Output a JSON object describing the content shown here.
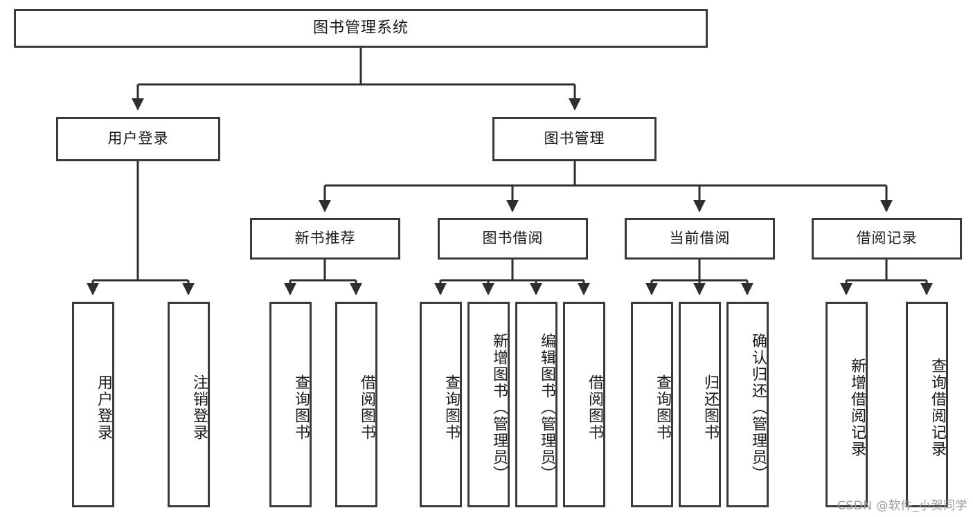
{
  "diagram": {
    "kind": "tree-structure-chart",
    "title": "图书管理系统",
    "colors": {
      "box_border": "#3a3a3a",
      "box_fill": "#ffffff",
      "line": "#2e2e2e",
      "text": "#1a1a1a",
      "watermark": "#9a9a9a",
      "background": "#ffffff"
    },
    "watermark": "CSDN @软件_小贺同学",
    "levels": {
      "root": {
        "label": "图书管理系统"
      },
      "level2": [
        {
          "id": "user-login",
          "label": "用户登录"
        },
        {
          "id": "book-manage",
          "label": "图书管理"
        }
      ],
      "level3": [
        {
          "id": "new-book-recommend",
          "label": "新书推荐",
          "parent": "book-manage"
        },
        {
          "id": "book-borrow",
          "label": "图书借阅",
          "parent": "book-manage"
        },
        {
          "id": "current-borrow",
          "label": "当前借阅",
          "parent": "book-manage"
        },
        {
          "id": "borrow-record",
          "label": "借阅记录",
          "parent": "book-manage"
        }
      ],
      "leaves": [
        {
          "id": "leaf-1",
          "label": "用户登录",
          "parent": "user-login"
        },
        {
          "id": "leaf-2",
          "label": "注销登录",
          "parent": "user-login"
        },
        {
          "id": "leaf-3",
          "label": "查询图书",
          "parent": "new-book-recommend"
        },
        {
          "id": "leaf-4",
          "label": "借阅图书",
          "parent": "new-book-recommend"
        },
        {
          "id": "leaf-5",
          "label": "查询图书",
          "parent": "book-borrow"
        },
        {
          "id": "leaf-6",
          "label": "新增图书（管理员）",
          "parent": "book-borrow"
        },
        {
          "id": "leaf-7",
          "label": "编辑图书（管理员）",
          "parent": "book-borrow"
        },
        {
          "id": "leaf-8",
          "label": "借阅图书",
          "parent": "book-borrow"
        },
        {
          "id": "leaf-9",
          "label": "查询图书",
          "parent": "current-borrow"
        },
        {
          "id": "leaf-10",
          "label": "归还图书",
          "parent": "current-borrow"
        },
        {
          "id": "leaf-11",
          "label": "确认归还（管理员）",
          "parent": "current-borrow"
        },
        {
          "id": "leaf-12",
          "label": "新增借阅记录",
          "parent": "borrow-record"
        },
        {
          "id": "leaf-13",
          "label": "查询借阅记录",
          "parent": "borrow-record"
        }
      ]
    }
  }
}
